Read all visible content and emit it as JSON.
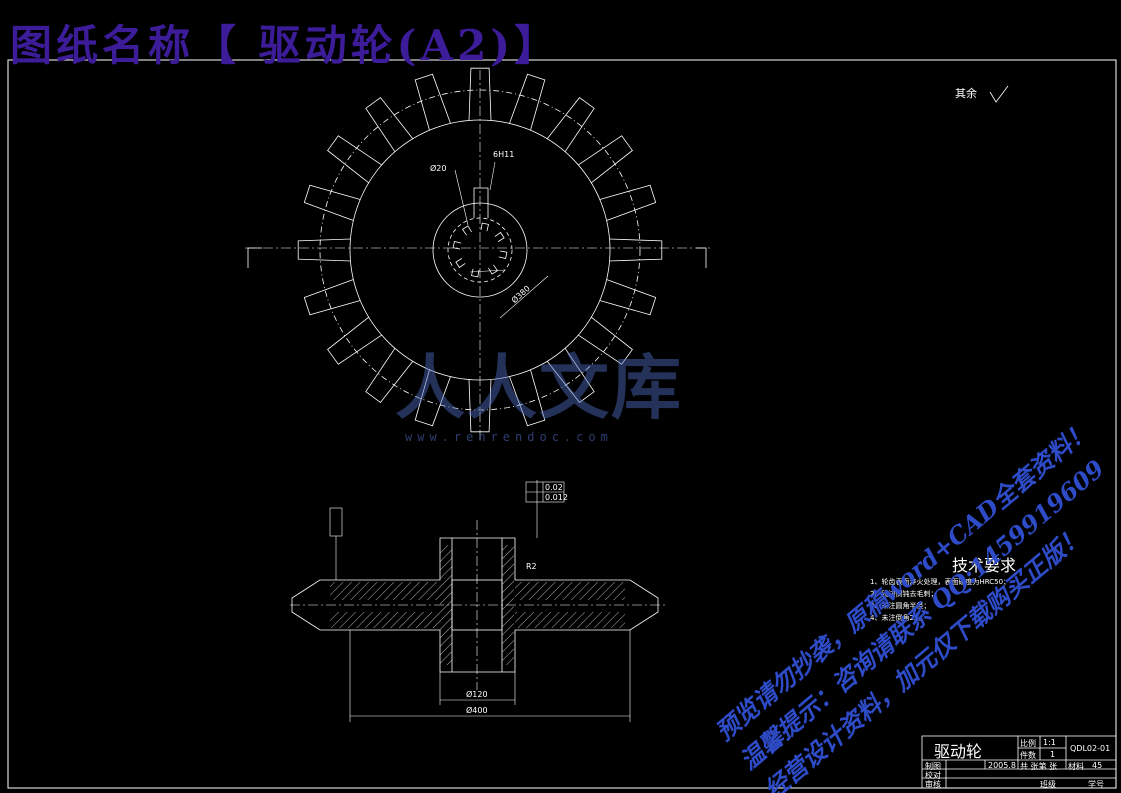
{
  "title": "图纸名称【 驱动轮(A2)】",
  "surface_finish": {
    "label": "其余"
  },
  "dimensions": {
    "keyway": "6H11",
    "bore_dia": "Ø20",
    "pitch_circle": "Ø380",
    "hub_dia": "Ø120",
    "outer_dia": "Ø400",
    "fillet": "R2",
    "tol_1": "0.02",
    "tol_2": "0.012"
  },
  "watermark": {
    "main": "人人文库",
    "url": "www.renrendoc.com"
  },
  "promo_lines": [
    "预览请勿抄袭，原稿word+CAD全套资料！",
    "温馨提示：咨询请联系 QQ:1459919609",
    "经营设计资料，加元仅下载购买正版！"
  ],
  "tech_requirements": {
    "heading": "技术要求",
    "items": [
      "1、轮齿表面淬火处理，表面硬度为HRC50；",
      "2、锐边倒钝去毛刺；",
      "3、未注圆角半径；",
      "4、未注倒角2X。"
    ]
  },
  "title_block": {
    "part_name": "驱动轮",
    "scale_label": "比例",
    "scale_value": "1:1",
    "qty_label": "件数",
    "qty_value": "1",
    "drawing_no": "QDL02-01",
    "designer_label": "制图",
    "date": "2005.8",
    "sheet_label": "共 张第 张",
    "material_label": "材料",
    "material_value": "45",
    "checker_label": "校对",
    "reviewer_label": "审核",
    "class_label": "班级",
    "student_no_label": "学号"
  }
}
